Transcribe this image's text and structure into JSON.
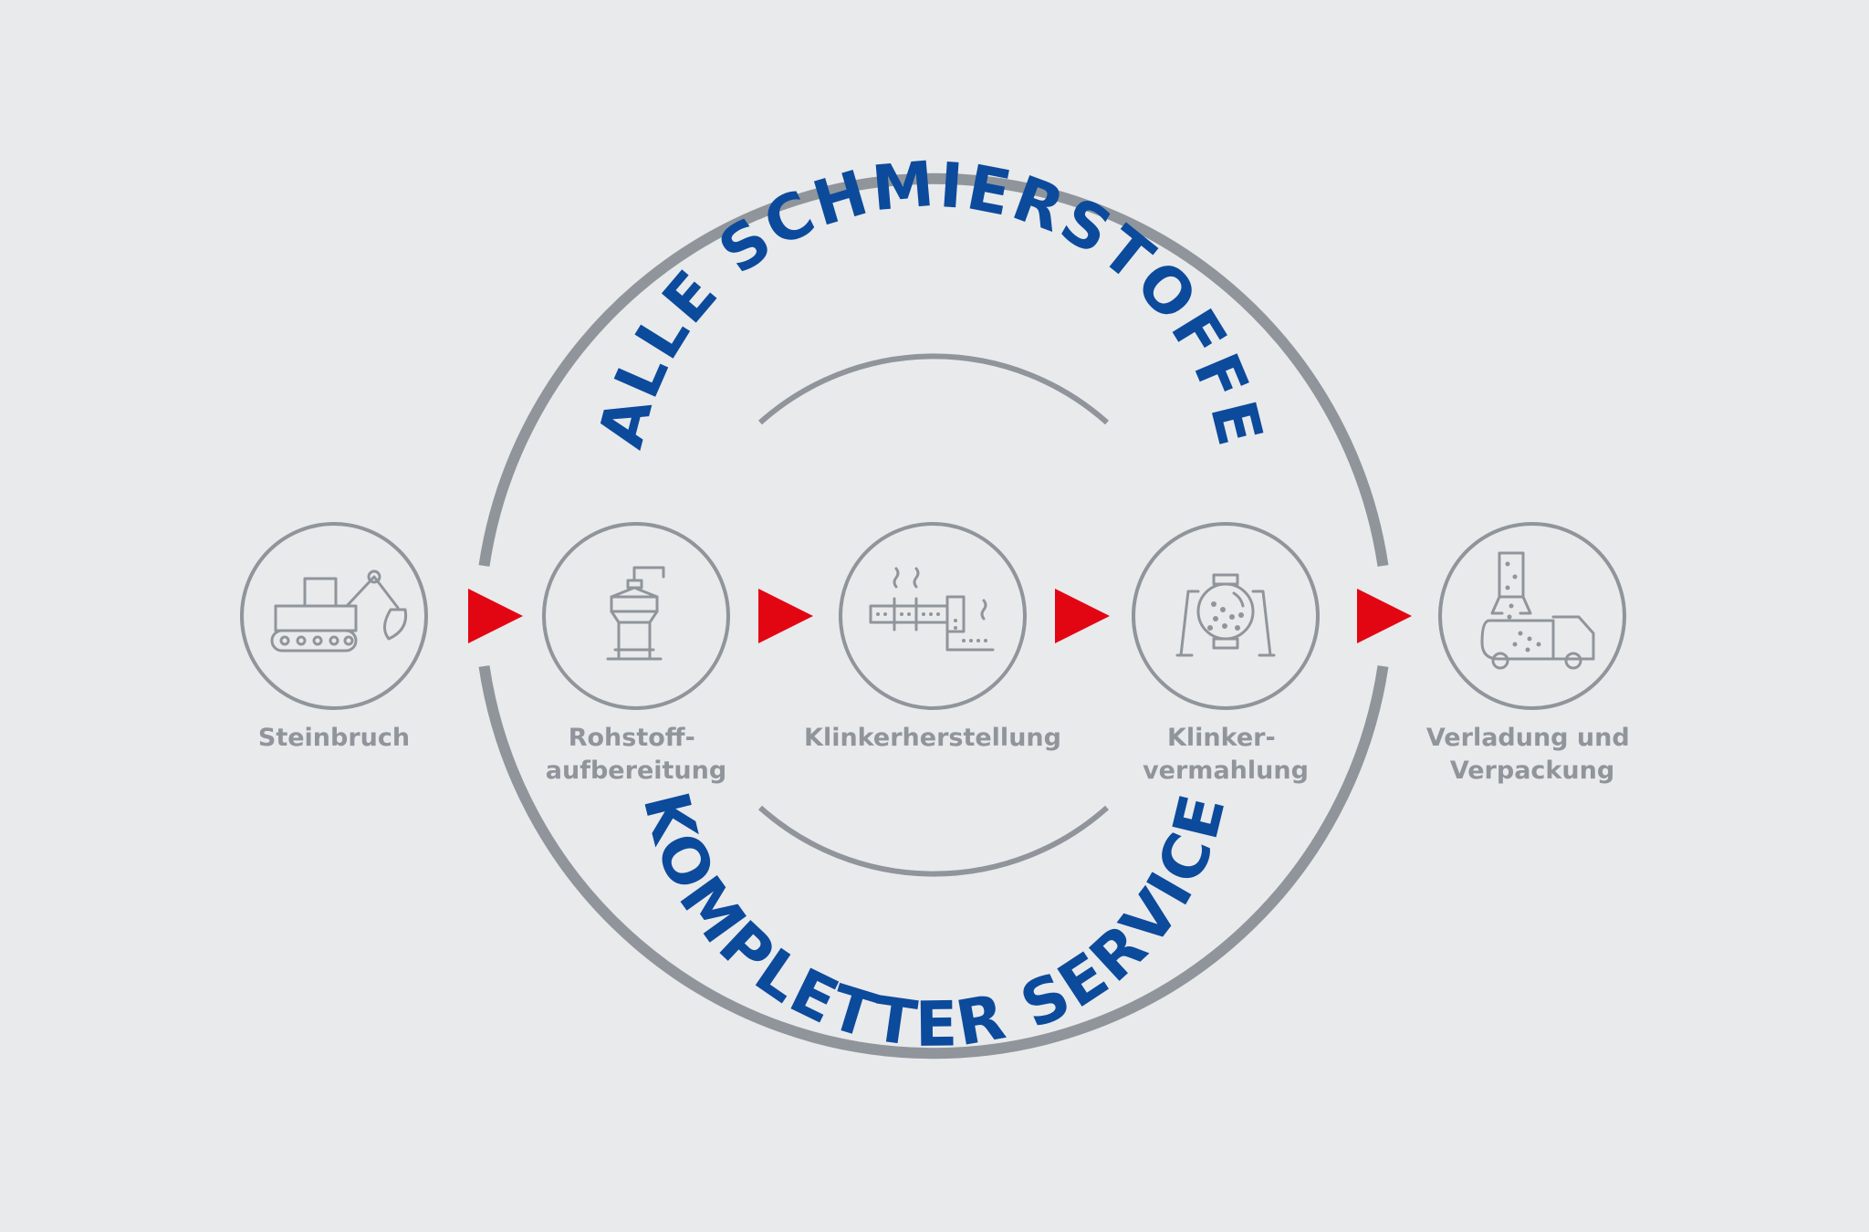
{
  "curved_text": {
    "top": "ALLE SCHMIERSTOFFE",
    "bottom": "KOMPLETTER SERVICE"
  },
  "steps": [
    {
      "icon": "excavator-icon",
      "line1": "Steinbruch",
      "line2": ""
    },
    {
      "icon": "silo-icon",
      "line1": "Rohstoff-",
      "line2": "aufbereitung"
    },
    {
      "icon": "kiln-icon",
      "line1": "Klinkerherstellung",
      "line2": ""
    },
    {
      "icon": "ball-mill-icon",
      "line1": "Klinker-",
      "line2": "vermahlung"
    },
    {
      "icon": "loading-truck-icon",
      "line1": "Verladung und",
      "line2": "Verpackung"
    }
  ],
  "colors": {
    "accent_blue": "#0c4a9c",
    "arrow_red": "#e20613",
    "stroke_gray": "#8f959b",
    "background": "#e9eaec"
  }
}
